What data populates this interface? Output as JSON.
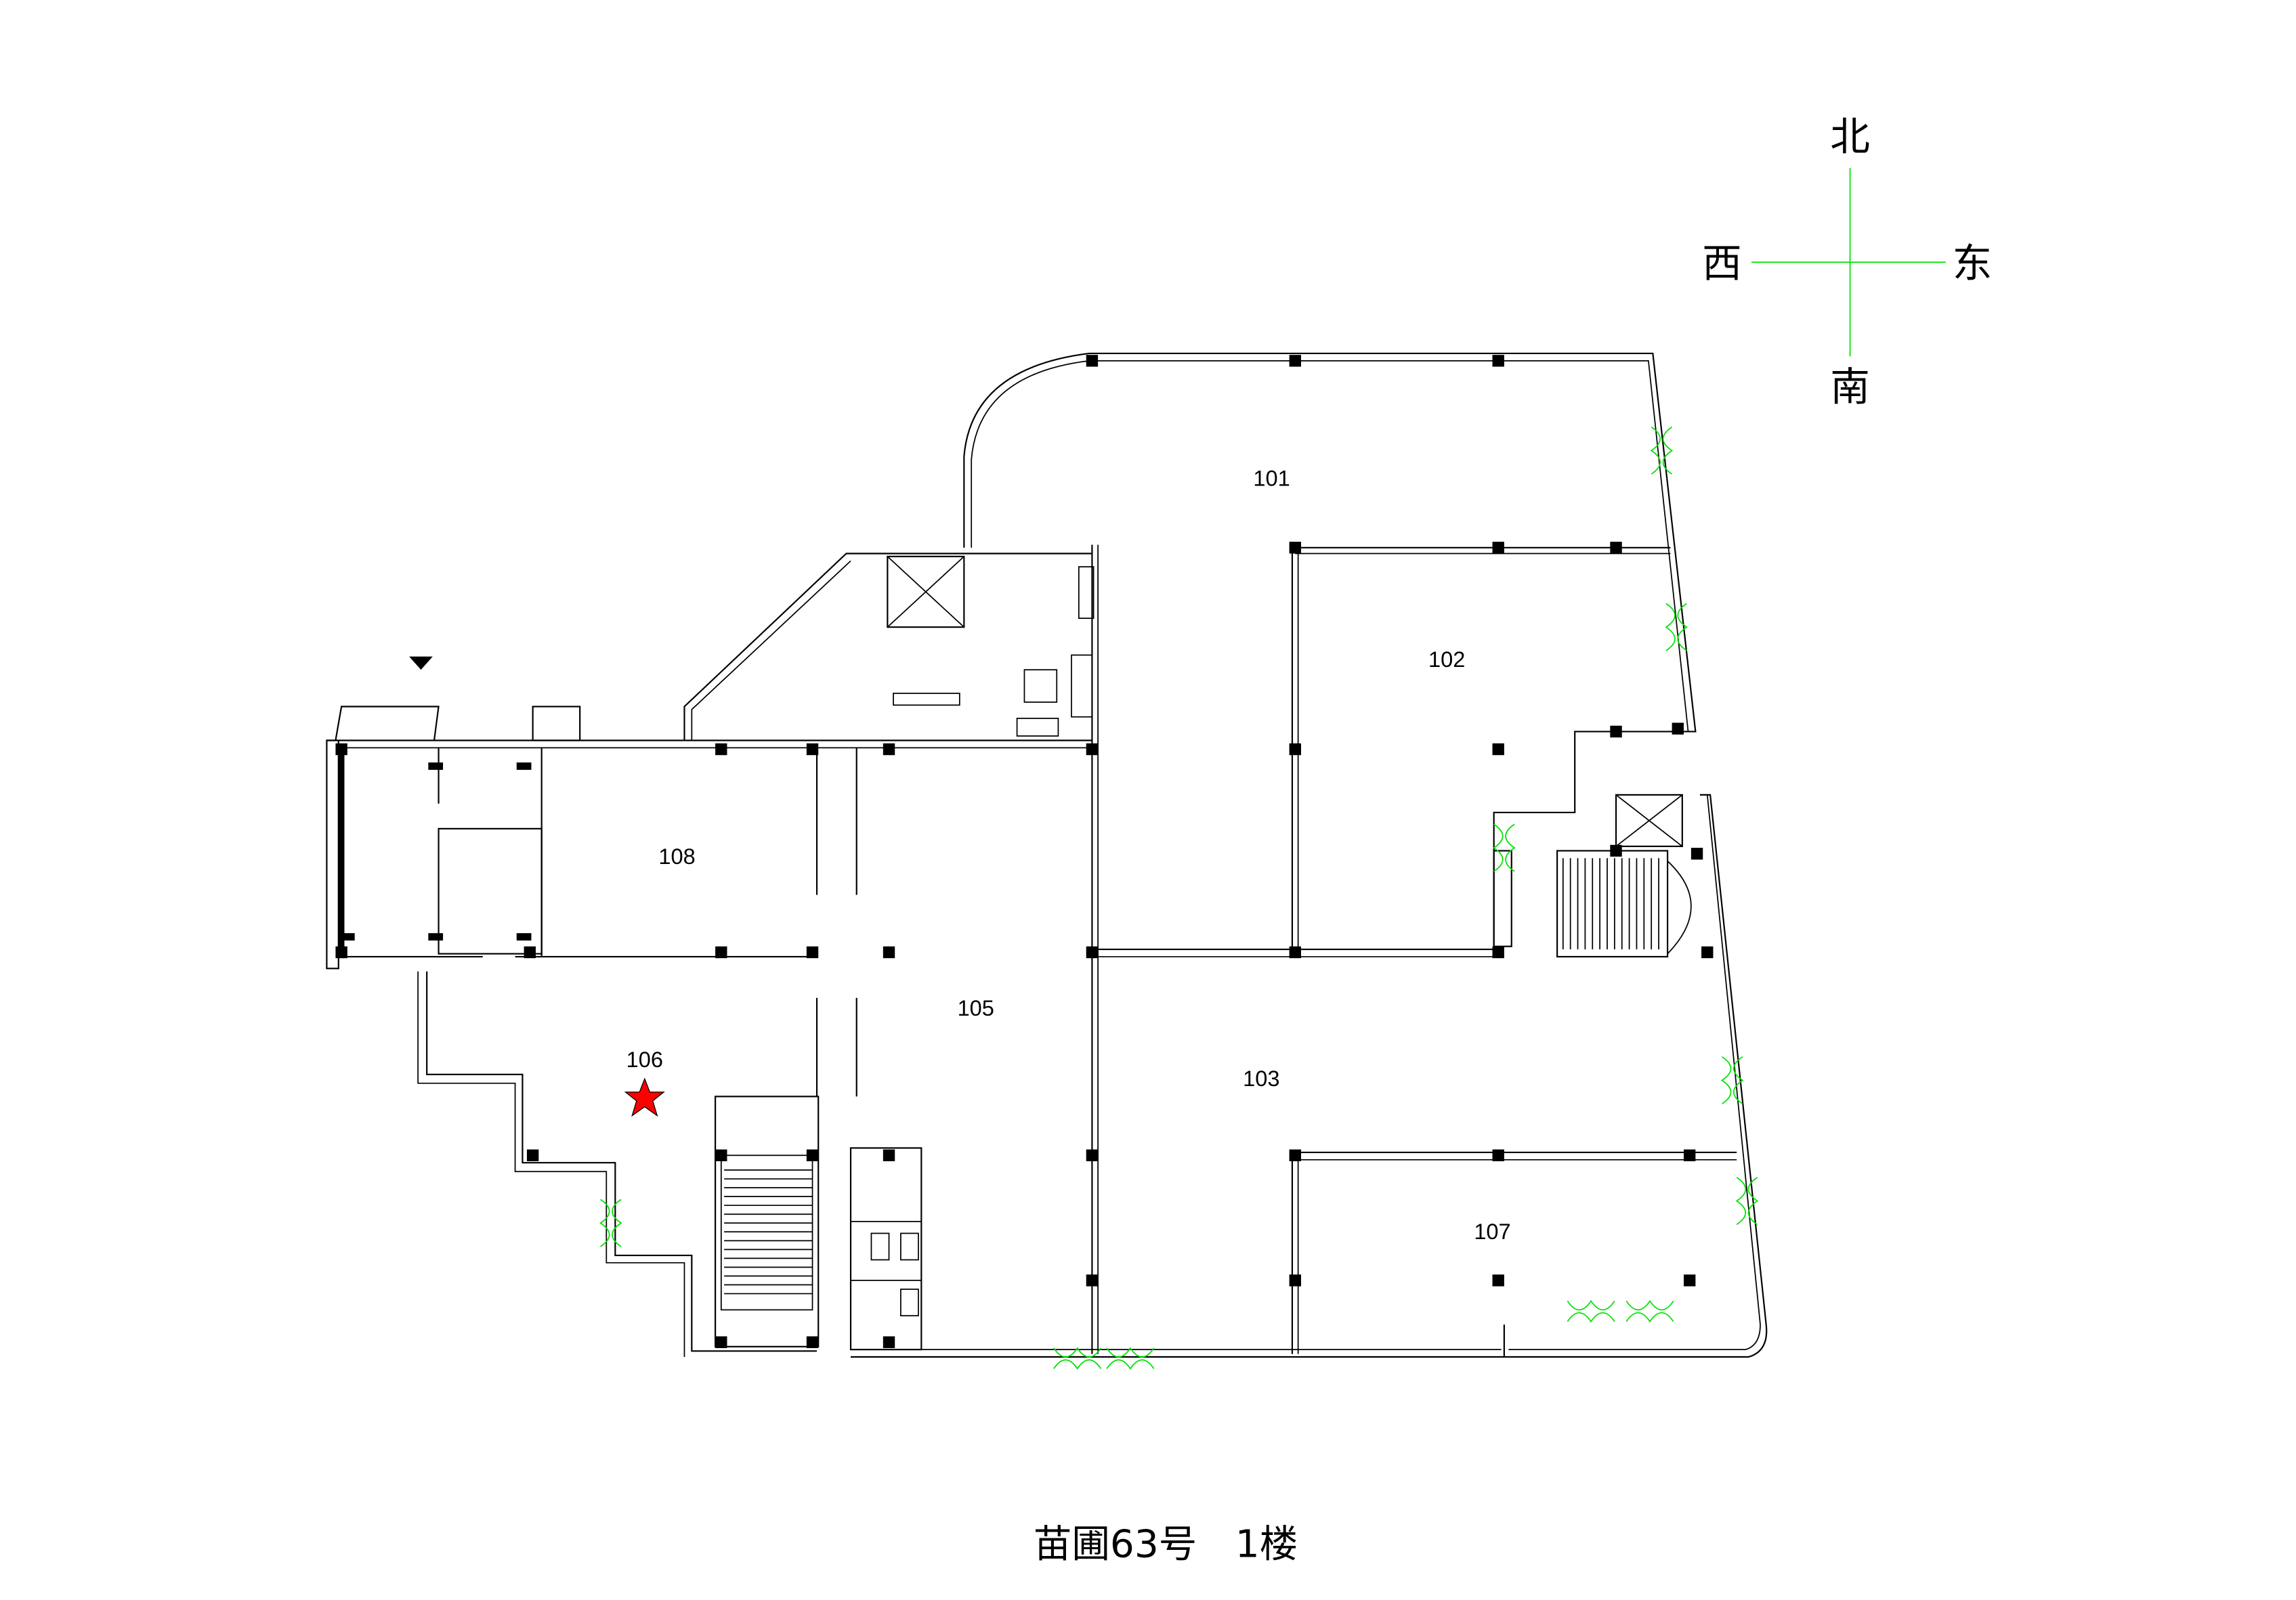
{
  "title": "苗圃63号　1楼",
  "compass": {
    "north": "北",
    "south": "南",
    "west": "西",
    "east": "东",
    "line_color": "#00e000"
  },
  "rooms": {
    "r101": "101",
    "r102": "102",
    "r103": "103",
    "r105": "105",
    "r106": "106",
    "r107": "107",
    "r108": "108"
  },
  "markers": {
    "current_location": "red-star",
    "star_color": "#ff0000",
    "entrance": "entrance-triangle"
  }
}
